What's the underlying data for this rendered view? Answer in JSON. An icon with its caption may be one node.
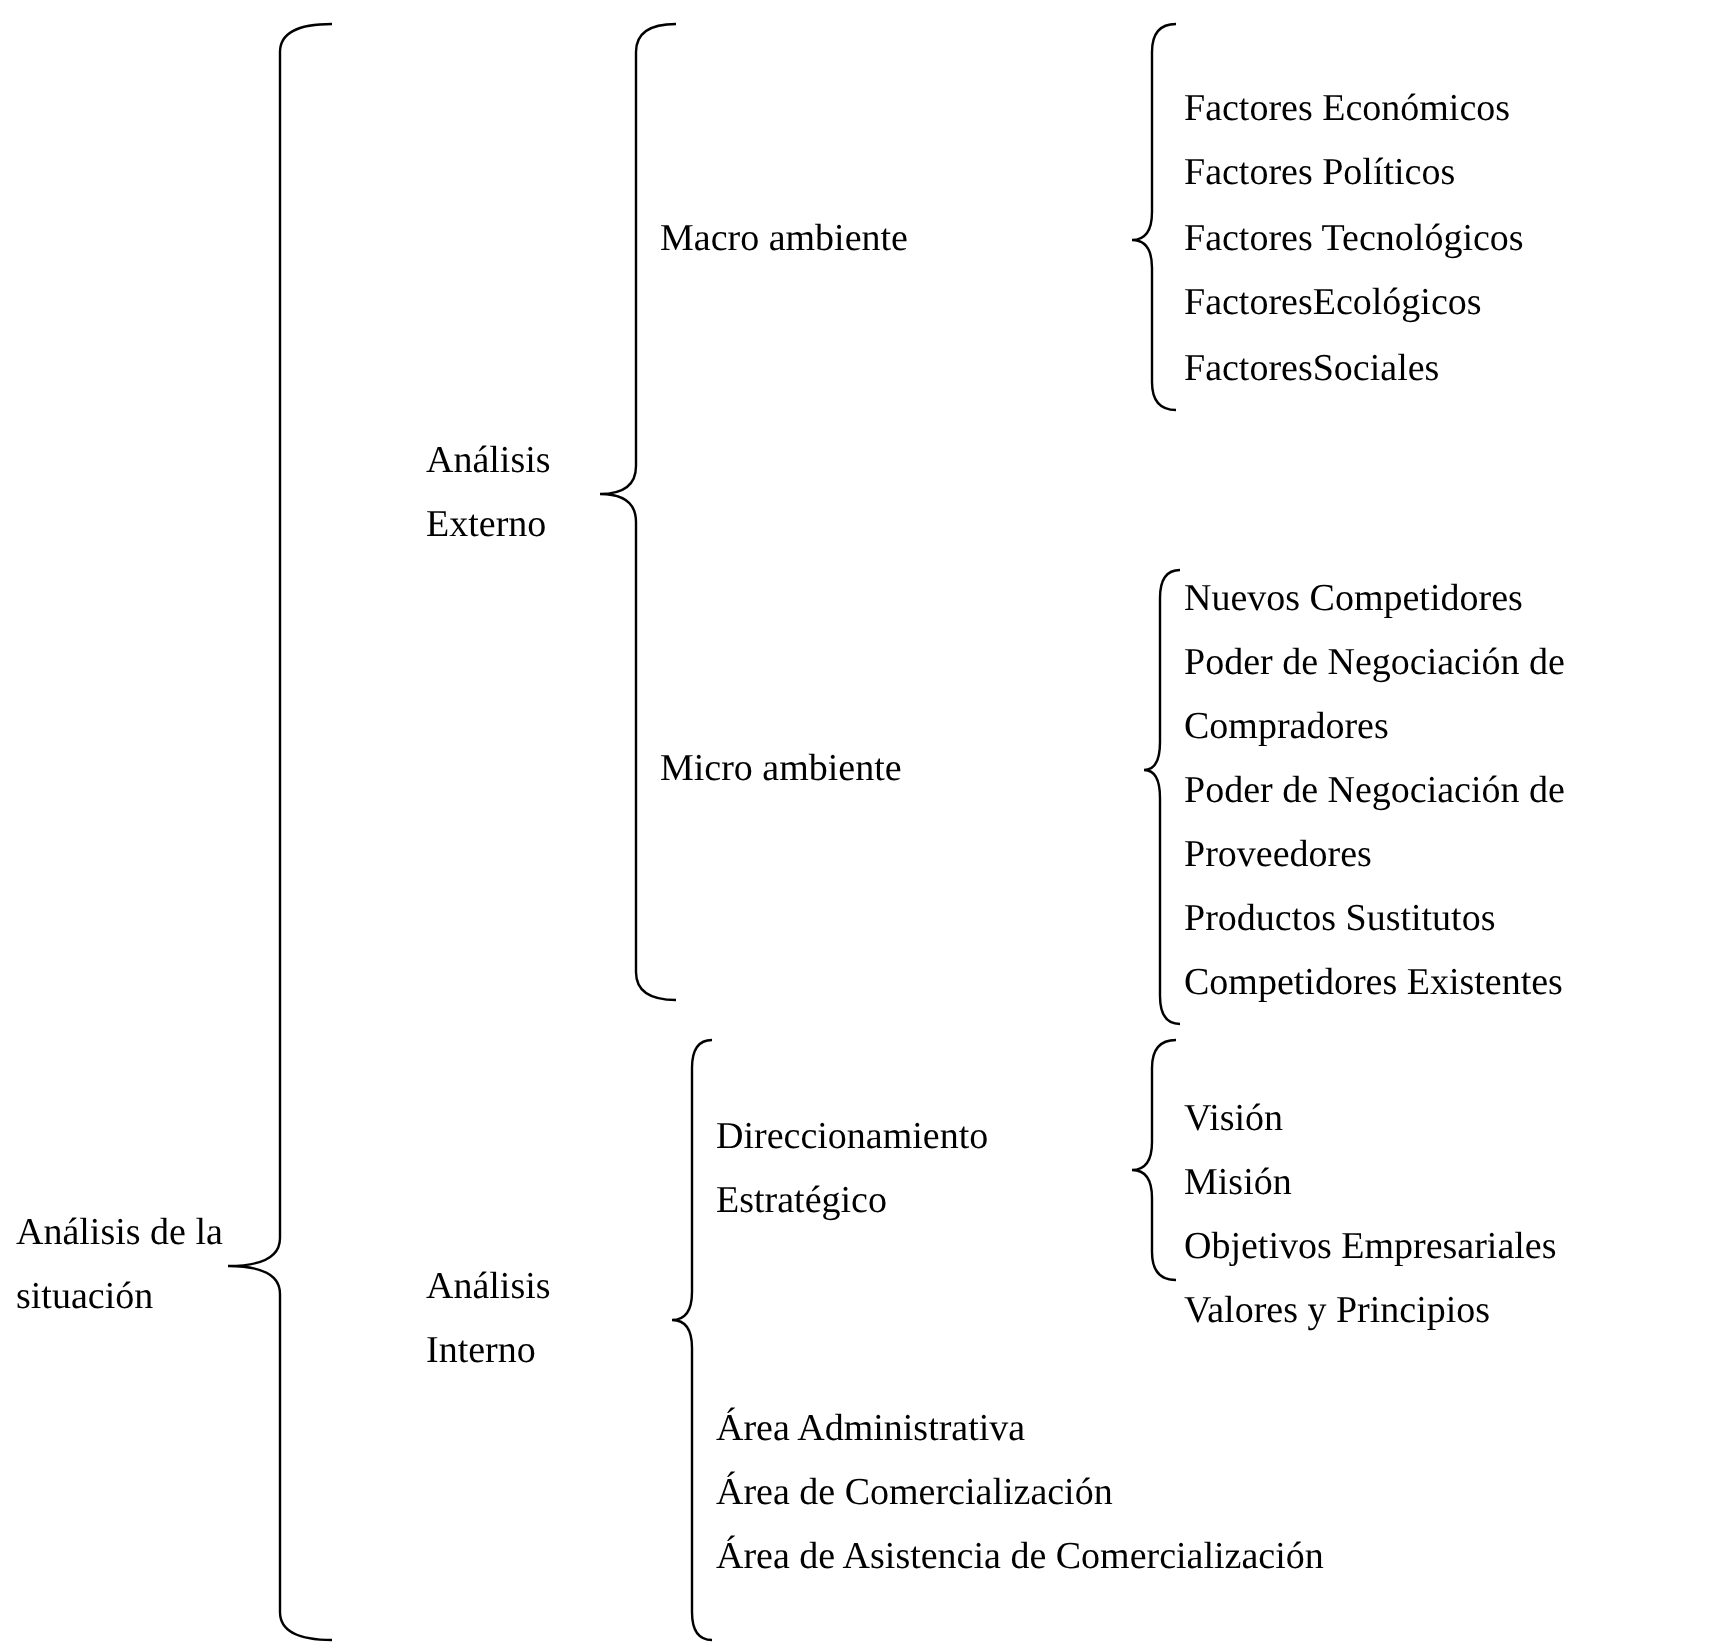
{
  "diagram": {
    "labels": [
      "Análisis de la situación",
      "Análisis Externo",
      "Macro ambiente",
      "Factores Económicos",
      "Factores Políticos",
      "Factores Tecnológicos",
      "FactoresEcológicos",
      "FactoresSociales",
      "Micro ambiente",
      "Nuevos Competidores",
      "Poder de Negociación de Compradores",
      "Poder de Negociación de Proveedores",
      "Productos Sustitutos",
      "Competidores Existentes",
      "Análisis Interno",
      "Direccionamiento Estratégico",
      "Visión",
      "Misión",
      "Objetivos Empresariales",
      "Valores y Principios",
      "Área Administrativa",
      "Área de Comercialización",
      "Área de Asistencia de Comercialización"
    ]
  }
}
